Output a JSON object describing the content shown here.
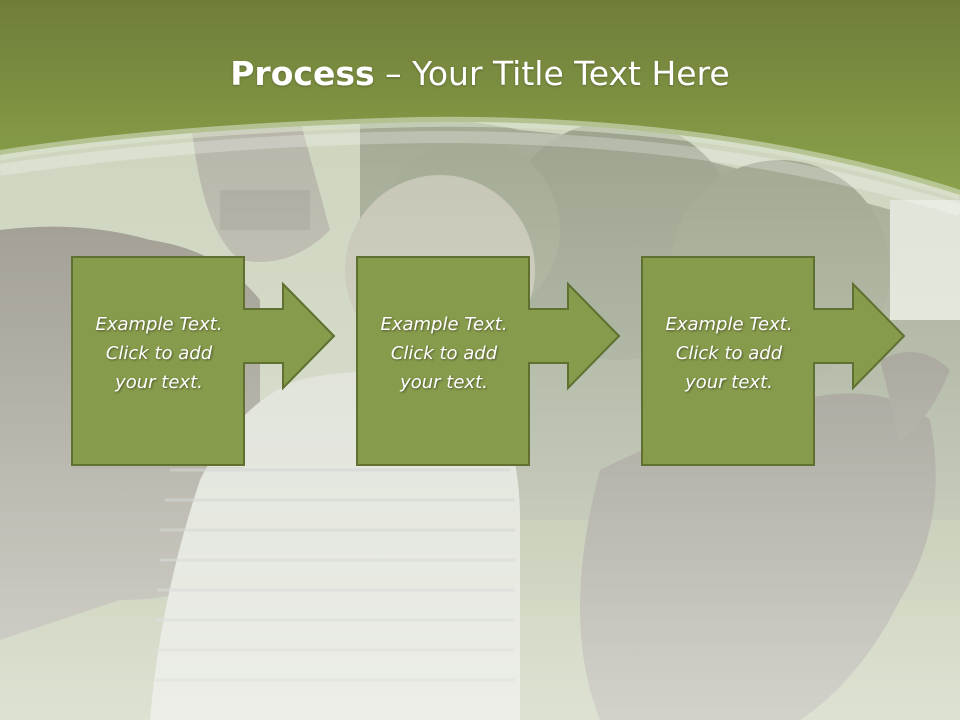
{
  "slide": {
    "title_bold": "Process",
    "title_rest": " – Your Title Text Here",
    "colors": {
      "accent": "#869a4a",
      "header_top": "#6f7f3b",
      "box_fill": "#879b4c",
      "box_stroke": "#5f7030"
    }
  },
  "steps": [
    {
      "lines": [
        "Example Text.",
        "Click  to add",
        "your text."
      ]
    },
    {
      "lines": [
        "Example Text.",
        "Click  to add",
        "your text."
      ]
    },
    {
      "lines": [
        "Example Text.",
        "Click  to add",
        "your text."
      ]
    }
  ]
}
